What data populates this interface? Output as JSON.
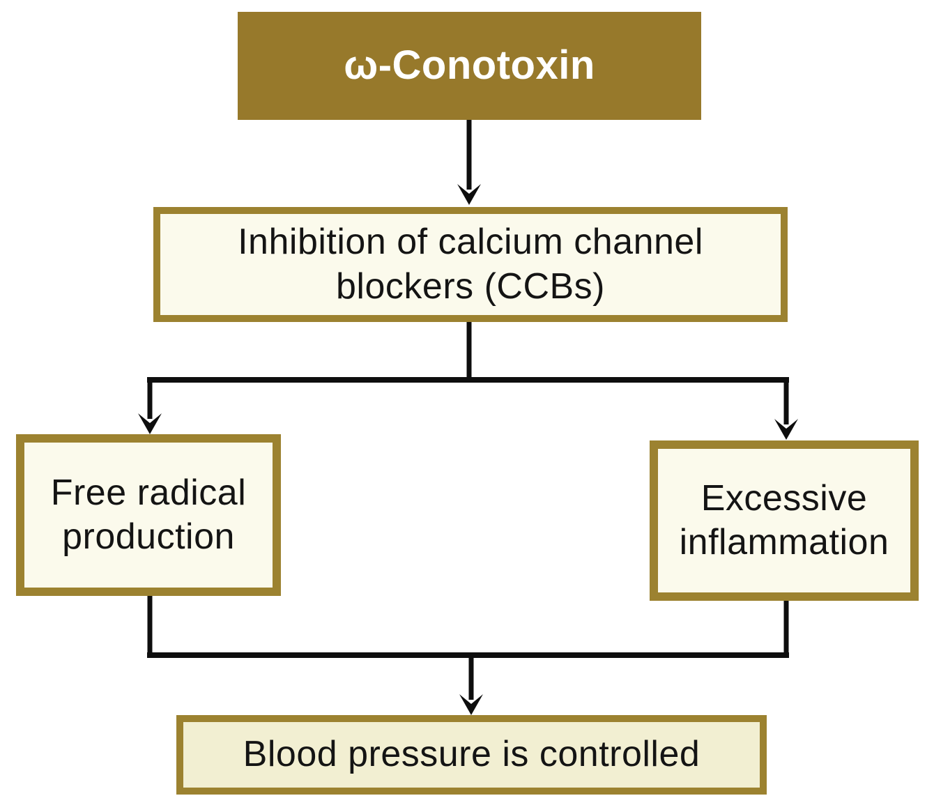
{
  "diagram": {
    "type": "flowchart",
    "direction": "top-down",
    "nodes": [
      {
        "id": "conotoxin",
        "label": "ω-Conotoxin",
        "style": "gold-filled"
      },
      {
        "id": "inhibition",
        "label": "Inhibition of calcium channel blockers (CCBs)",
        "style": "outlined-cream"
      },
      {
        "id": "free_radical",
        "label": "Free radical production",
        "style": "outlined-cream"
      },
      {
        "id": "inflammation",
        "label": "Excessive inflammation",
        "style": "outlined-cream"
      },
      {
        "id": "blood_pressure",
        "label": "Blood pressure is controlled",
        "style": "outlined-cream-dark"
      }
    ],
    "edges": [
      {
        "from": "conotoxin",
        "to": "inhibition"
      },
      {
        "from": "inhibition",
        "to": "free_radical"
      },
      {
        "from": "inhibition",
        "to": "inflammation"
      },
      {
        "from": "free_radical",
        "to": "blood_pressure"
      },
      {
        "from": "inflammation",
        "to": "blood_pressure"
      }
    ],
    "colors": {
      "gold_fill": "#97792B",
      "gold_border": "#9C8230",
      "cream_fill": "#FBFAEC",
      "cream_fill_bottom": "#F2EFD2",
      "arrow": "#0E0E0E",
      "title_text": "#FFFFFF",
      "node_text": "#141414",
      "background": "#FFFFFF"
    }
  }
}
